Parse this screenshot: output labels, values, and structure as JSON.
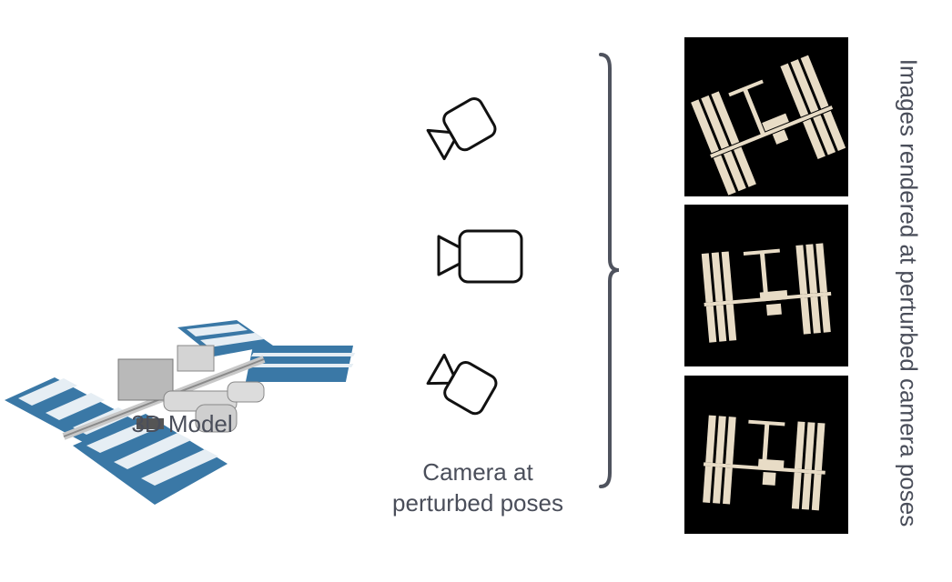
{
  "model": {
    "label": "3D Model"
  },
  "cameras": {
    "label_line1": "Camera at",
    "label_line2": "perturbed poses",
    "count": 3
  },
  "renders": {
    "vertical_label": "Images rendered at perturbed camera poses",
    "count": 3
  },
  "colors": {
    "panel_blue": "#3a78a6",
    "panel_stripe": "#e6eef4",
    "brace": "#4f535e",
    "render_bg": "#000000",
    "render_station": "#e8dcc6"
  },
  "icons": [
    "camera-icon",
    "brace-icon",
    "space-station-icon"
  ]
}
